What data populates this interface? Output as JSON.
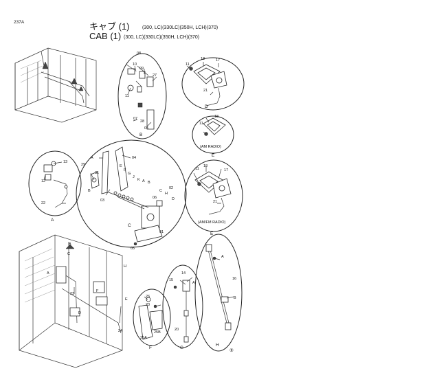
{
  "page_number": "237A",
  "title_jp": "キャブ (1)",
  "title_en": "CAB (1)",
  "models": "(300, LC)(330LC)(350H, LCH)(370)",
  "footer_mark": "⑨",
  "detail_letters": {
    "A": "A",
    "B": "B",
    "C": "C",
    "D": "D",
    "E1": "E",
    "E2": "E",
    "F": "F",
    "G": "G",
    "H": "H"
  },
  "radio_notes": {
    "am": "(AM RADIO)",
    "amfm": "(AM/FM RADIO)"
  },
  "ref_labels": {
    "b": [
      "08",
      "10",
      "09",
      "11",
      "27",
      "07",
      "28",
      "05"
    ],
    "d": [
      "11",
      "18",
      "17",
      "21"
    ],
    "e1": [
      "11",
      "18"
    ],
    "e2": [
      "11",
      "18",
      "17",
      "21"
    ],
    "a": [
      "13",
      "12",
      "22"
    ],
    "c": [
      "29",
      "31",
      "A",
      "B",
      "03",
      "04",
      "E",
      "F",
      "G",
      "J",
      "K",
      "A",
      "B",
      "C",
      "H",
      "02",
      "06",
      "D",
      "05",
      "01"
    ],
    "f": [
      "26",
      "23",
      "25A",
      "25B"
    ],
    "g": [
      "15",
      "14",
      "A",
      "20"
    ],
    "h": [
      "A",
      "16",
      "B"
    ],
    "main": [
      "B",
      "C",
      "A",
      "H",
      "F",
      "E",
      "D",
      "23",
      "24"
    ]
  }
}
